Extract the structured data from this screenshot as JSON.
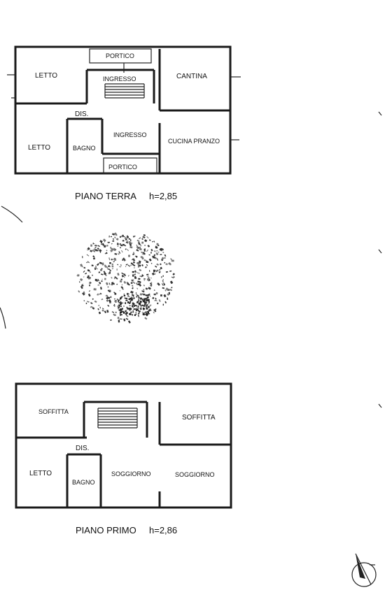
{
  "ground_floor": {
    "caption": "PIANO TERRA",
    "height": "h=2,85",
    "rooms": {
      "letto_top": "LETTO",
      "portico_top": "PORTICO",
      "ingresso_top": "INGRESSO",
      "cantina": "CANTINA",
      "dis": "DIS.",
      "letto_bottom": "LETTO",
      "bagno": "BAGNO",
      "ingresso_mid": "INGRESSO",
      "cucina_pranzo": "CUCINA PRANZO",
      "portico_bottom": "PORTICO"
    }
  },
  "first_floor": {
    "caption": "PIANO PRIMO",
    "height": "h=2,86",
    "rooms": {
      "soffitta_left": "SOFFITTA",
      "soffitta_right": "SOFFITTA",
      "dis": "DIS.",
      "letto": "LETTO",
      "bagno": "BAGNO",
      "soggiorno_mid": "SOGGIORNO",
      "soggiorno_right": "SOGGIORNO"
    }
  },
  "icons": [
    "tree-symbol-icon",
    "north-arrow-icon"
  ]
}
